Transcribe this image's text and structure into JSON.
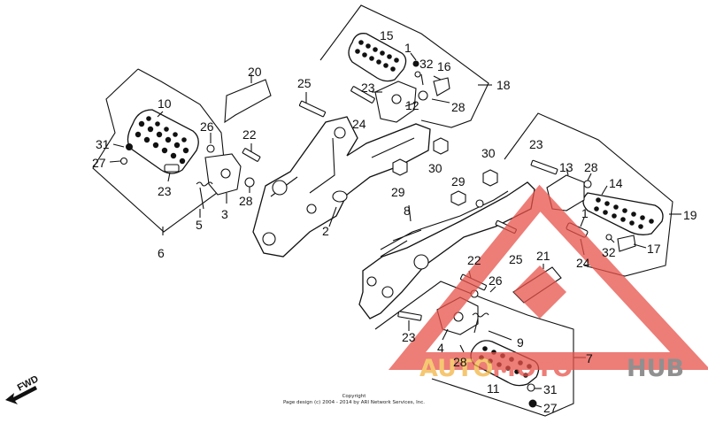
{
  "labels": {
    "l1a": "1",
    "l1b": "1",
    "l2": "2",
    "l3": "3",
    "l4": "4",
    "l5": "5",
    "l6": "6",
    "l7": "7",
    "l8": "8",
    "l9": "9",
    "l10": "10",
    "l11": "11",
    "l12": "12",
    "l13": "13",
    "l14": "14",
    "l15": "15",
    "l16": "16",
    "l17": "17",
    "l18": "18",
    "l19": "19",
    "l20": "20",
    "l21": "21",
    "l22a": "22",
    "l22b": "22",
    "l23a": "23",
    "l23b": "23",
    "l23c": "23",
    "l23d": "23",
    "l24a": "24",
    "l24b": "24",
    "l25a": "25",
    "l25b": "25",
    "l26a": "26",
    "l26b": "26",
    "l27a": "27",
    "l27b": "27",
    "l28a": "28",
    "l28b": "28",
    "l28c": "28",
    "l28d": "28",
    "l29a": "29",
    "l29b": "29",
    "l30a": "30",
    "l30b": "30",
    "l31a": "31",
    "l31b": "31",
    "l32a": "32",
    "l32b": "32"
  },
  "fwd_label": "FWD",
  "copyright": {
    "line1": "Copyright",
    "line2": "Page design (c) 2004 - 2014 by ARI Network Services, Inc."
  },
  "watermark": {
    "part1": "AUTO",
    "part2": "MOTO",
    "part3": "HUB",
    "colors": {
      "red": "#e8524a",
      "gold": "#f2b544",
      "gray": "#6b6b6b"
    }
  }
}
